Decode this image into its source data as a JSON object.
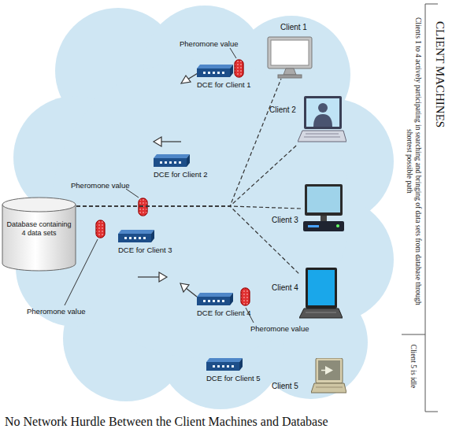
{
  "diagram": {
    "caption": "No Network Hurdle Between the Client Machines and Database",
    "nodes": [
      {
        "text": [
          "Client 1"
        ]
      },
      {
        "text": [
          "DCE for Client 1"
        ]
      },
      {
        "text": [
          "Client 2"
        ]
      },
      {
        "text": [
          "DCE for Client 2"
        ]
      },
      {
        "text": [
          "Database containing 4 data sets"
        ]
      },
      {
        "text": [
          "Client 3"
        ]
      },
      {
        "text": [
          "DCE for Client 3"
        ]
      },
      {
        "text": [
          "DCE for Client 4"
        ]
      },
      {
        "text": [
          "Client 4"
        ]
      },
      {
        "text": [
          "DCE for Client 5"
        ]
      },
      {
        "text": [
          "Client 5"
        ]
      }
    ],
    "edges": [
      {
        "from": 4,
        "to": 0,
        "arrow": "none"
      },
      {
        "from": 4,
        "to": 2,
        "arrow": "none"
      },
      {
        "from": 4,
        "to": 5,
        "arrow": "none"
      },
      {
        "from": 4,
        "to": 8,
        "arrow": "none"
      }
    ],
    "labels": [
      "Pheromone value",
      "Pheromone value",
      "Pheromone value",
      "Pheromone value",
      "CLIENT MACHINES",
      "Clients 1 to 4 actively participating in searching and bringing of data sets from database through shortest possible path",
      "Client 5 is idle"
    ]
  }
}
